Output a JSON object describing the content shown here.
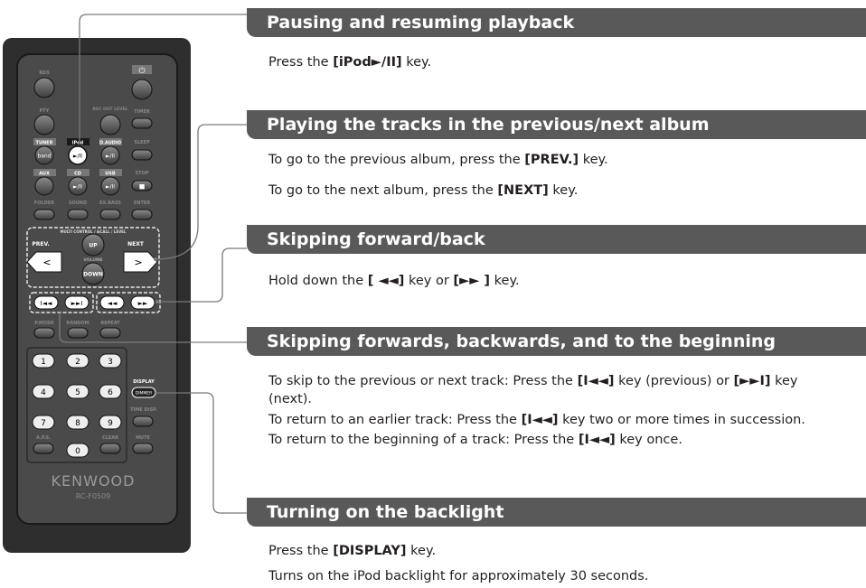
{
  "remote": {
    "brand": "KENWOOD",
    "model": "RC-F0509",
    "labels": {
      "rds": "RDS",
      "power": "⏻",
      "pty": "PTY",
      "rec_out_level": "REC OUT LEVEL",
      "timer": "TIMER",
      "tuner": "TUNER",
      "ipod": "iPod",
      "dab_audio": "D.AUDIO",
      "sleep": "SLEEP",
      "band": "band",
      "play_pause": "►/II",
      "aux": "AUX",
      "cd": "CD",
      "usb": "USB",
      "stop": "STOP",
      "stop_symbol": "■",
      "folder": "FOLDER",
      "sound": "SOUND",
      "ex_bass": "EX.BASS",
      "enter": "ENTER",
      "multi_control": "MULTI CONTROL / &CALL / LEVEL",
      "prev": "PREV.",
      "next": "NEXT",
      "up": "UP",
      "down": "DOWN",
      "volume": "VOLUME",
      "left": "<",
      "right": ">",
      "skip_back": "I◄◄",
      "skip_fwd": "►►I",
      "rew": "◄◄",
      "ff": "►►",
      "pmode": "P.MODE",
      "random": "RANDOM",
      "repeat": "REPEAT",
      "display": "DISPLAY",
      "dimmer": "DIMMER",
      "time_disp": "TIME DISP.",
      "aps": "A.P.S.",
      "clear": "CLEAR",
      "mute": "MUTE",
      "n1": "1",
      "n2": "2",
      "n3": "3",
      "n4": "4",
      "n5": "5",
      "n6": "6",
      "n7": "7",
      "n8": "8",
      "n9": "9",
      "n0": "0"
    }
  },
  "sections": [
    {
      "heading": "Pausing and resuming playback",
      "lines": [
        {
          "pre": "Press the ",
          "key": "[iPod►/II]",
          "post": " key."
        }
      ]
    },
    {
      "heading": "Playing the tracks in the previous/next album",
      "lines": [
        {
          "pre": "To go to the previous album, press the ",
          "key": "[PREV.]",
          "post": " key."
        },
        {
          "pre": "To go to the next album, press the ",
          "key": "[NEXT]",
          "post": " key."
        }
      ]
    },
    {
      "heading": "Skipping forward/back",
      "lines": [
        {
          "pre": "Hold down the ",
          "key": "[ ◄◄]",
          "mid": " key or ",
          "key2": "[►► ]",
          "post": " key."
        }
      ]
    },
    {
      "heading": "Skipping forwards, backwards, and to the beginning",
      "lines": [
        {
          "pre": "To skip to the previous or next track: Press the ",
          "key": "[I◄◄]",
          "mid": " key (previous) or ",
          "key2": "[►►I]",
          "post": " key"
        },
        {
          "pre": "(next).",
          "key": "",
          "post": ""
        },
        {
          "pre": "To return to an earlier track: Press the ",
          "key": "[I◄◄]",
          "post": " key two or more times in succession."
        },
        {
          "pre": "To return to the beginning of a track: Press the ",
          "key": "[I◄◄]",
          "post": " key once."
        }
      ]
    },
    {
      "heading": "Turning on the backlight",
      "lines": [
        {
          "pre": "Press the ",
          "key": "[DISPLAY]",
          "post": " key."
        },
        {
          "pre": "Turns on the iPod backlight for approximately 30 seconds.",
          "key": "",
          "post": ""
        }
      ]
    }
  ]
}
